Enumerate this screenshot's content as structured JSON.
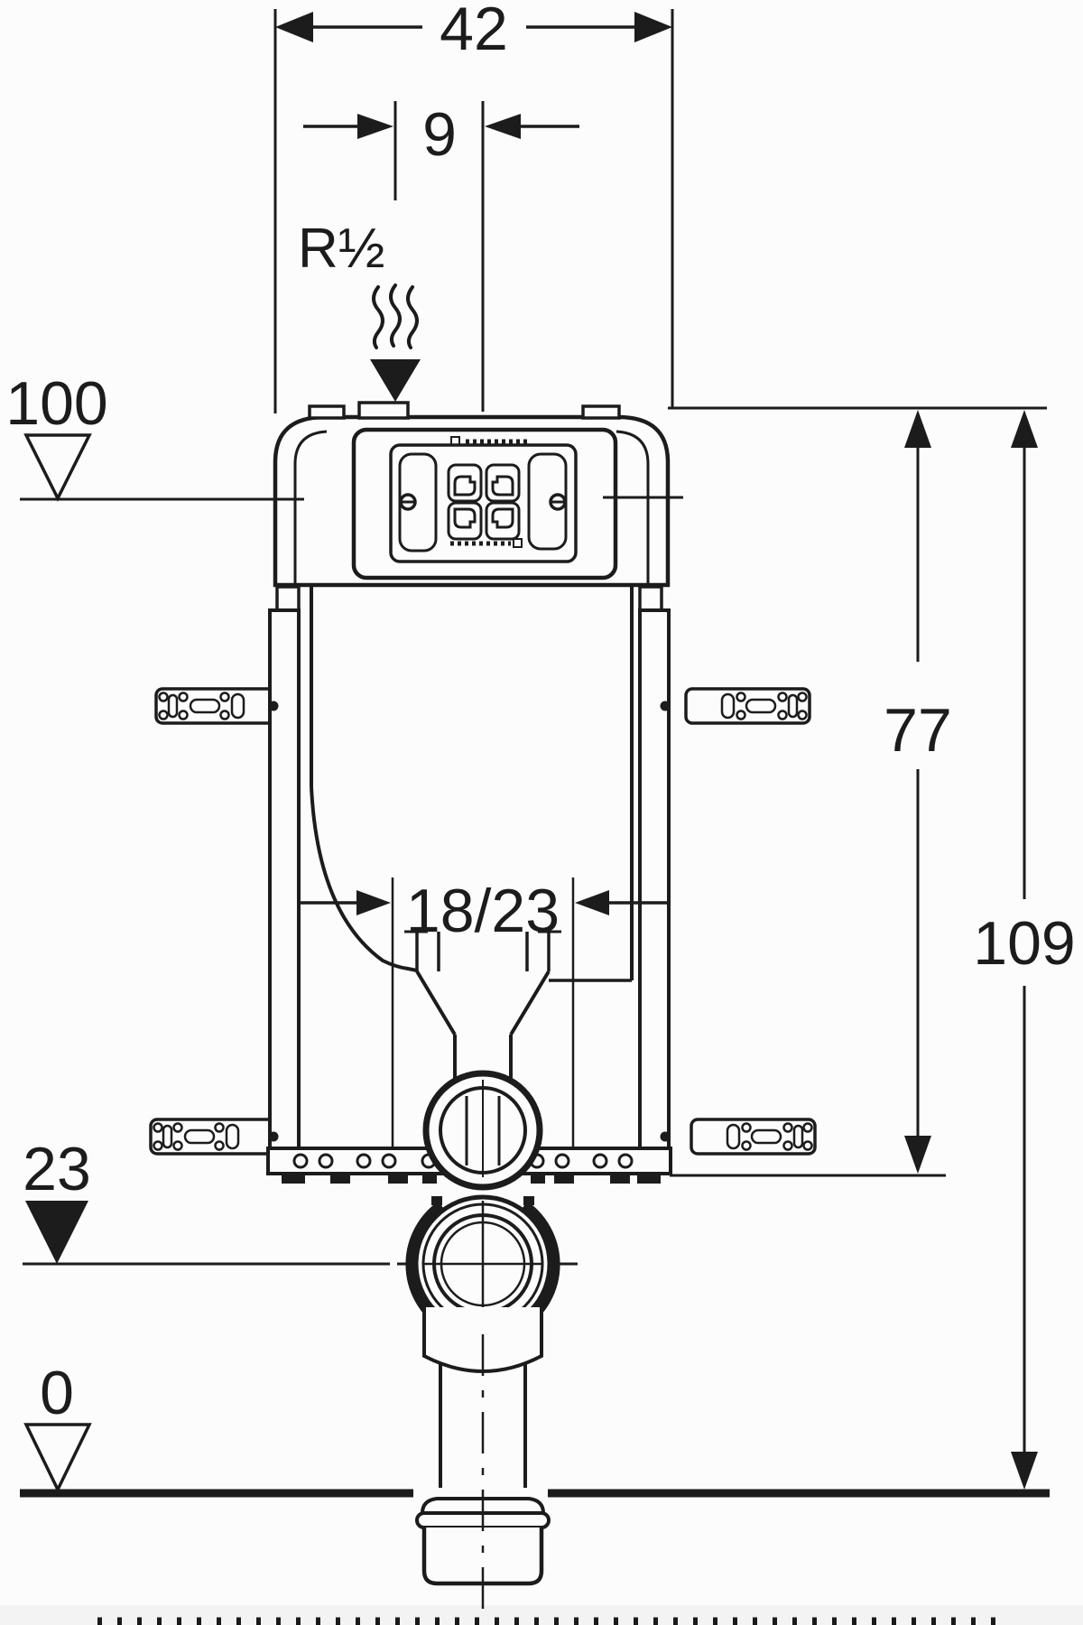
{
  "drawing": {
    "dim_width_top": "42",
    "dim_supply_offset": "9",
    "supply_thread_label": "R½",
    "level_top_datum": "100",
    "dim_frame_height": "77",
    "dim_total_height": "109",
    "dim_outlet_depth": "18/23",
    "level_outlet": "23",
    "level_floor": "0"
  },
  "colors": {
    "line": "#1c1c1c",
    "background": "#fcfcfc",
    "caption_strip": "#f3f3f3"
  },
  "icons": {
    "filled-dimension-arrow": "▶",
    "open-level-triangle": "▽",
    "filled-level-triangle": "▼",
    "water-supply-squiggle": "≋"
  }
}
